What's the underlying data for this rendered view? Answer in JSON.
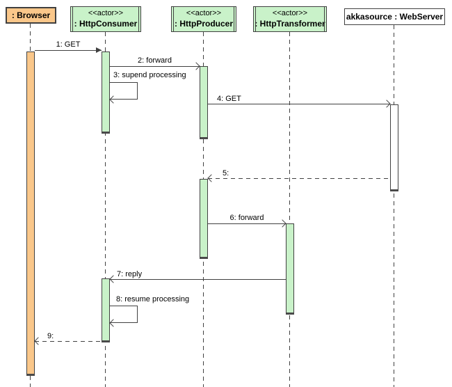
{
  "diagram": {
    "kind": "uml-sequence-diagram",
    "participants": [
      {
        "id": "browser",
        "stereotype": "",
        "name": ": Browser",
        "fill": "#FAC78A"
      },
      {
        "id": "http-consumer",
        "stereotype": "<<actor>>",
        "name": ": HttpConsumer",
        "fill": "#C9F2C9"
      },
      {
        "id": "http-producer",
        "stereotype": "<<actor>>",
        "name": ": HttpProducer",
        "fill": "#C9F2C9"
      },
      {
        "id": "http-transformer",
        "stereotype": "<<actor>>",
        "name": ": HttpTransformer",
        "fill": "#C9F2C9"
      },
      {
        "id": "web-server",
        "stereotype": "",
        "name": "akkasource : WebServer",
        "fill": "#FFFFFF"
      }
    ],
    "messages": [
      {
        "num": "1",
        "label": "1: GET",
        "from": "browser",
        "to": "http-consumer",
        "kind": "sync-call"
      },
      {
        "num": "2",
        "label": "2: forward",
        "from": "http-consumer",
        "to": "http-producer",
        "kind": "async-call"
      },
      {
        "num": "3",
        "label": "3: supend processing",
        "from": "http-consumer",
        "to": "http-consumer",
        "kind": "self-call"
      },
      {
        "num": "4",
        "label": "4: GET",
        "from": "http-producer",
        "to": "web-server",
        "kind": "async-call"
      },
      {
        "num": "5",
        "label": "5:",
        "from": "web-server",
        "to": "http-producer",
        "kind": "return"
      },
      {
        "num": "6",
        "label": "6: forward",
        "from": "http-producer",
        "to": "http-transformer",
        "kind": "async-call"
      },
      {
        "num": "7",
        "label": "7: reply",
        "from": "http-transformer",
        "to": "http-consumer",
        "kind": "async-call"
      },
      {
        "num": "8",
        "label": "8: resume processing",
        "from": "http-consumer",
        "to": "http-consumer",
        "kind": "self-call"
      },
      {
        "num": "9",
        "label": "9:",
        "from": "http-consumer",
        "to": "browser",
        "kind": "return"
      }
    ],
    "colors": {
      "actor_fill": "#C9F2C9",
      "browser_fill": "#FAC78A",
      "server_fill": "#FFFFFF",
      "line": "#404040",
      "background": "#FFFFFF"
    }
  }
}
